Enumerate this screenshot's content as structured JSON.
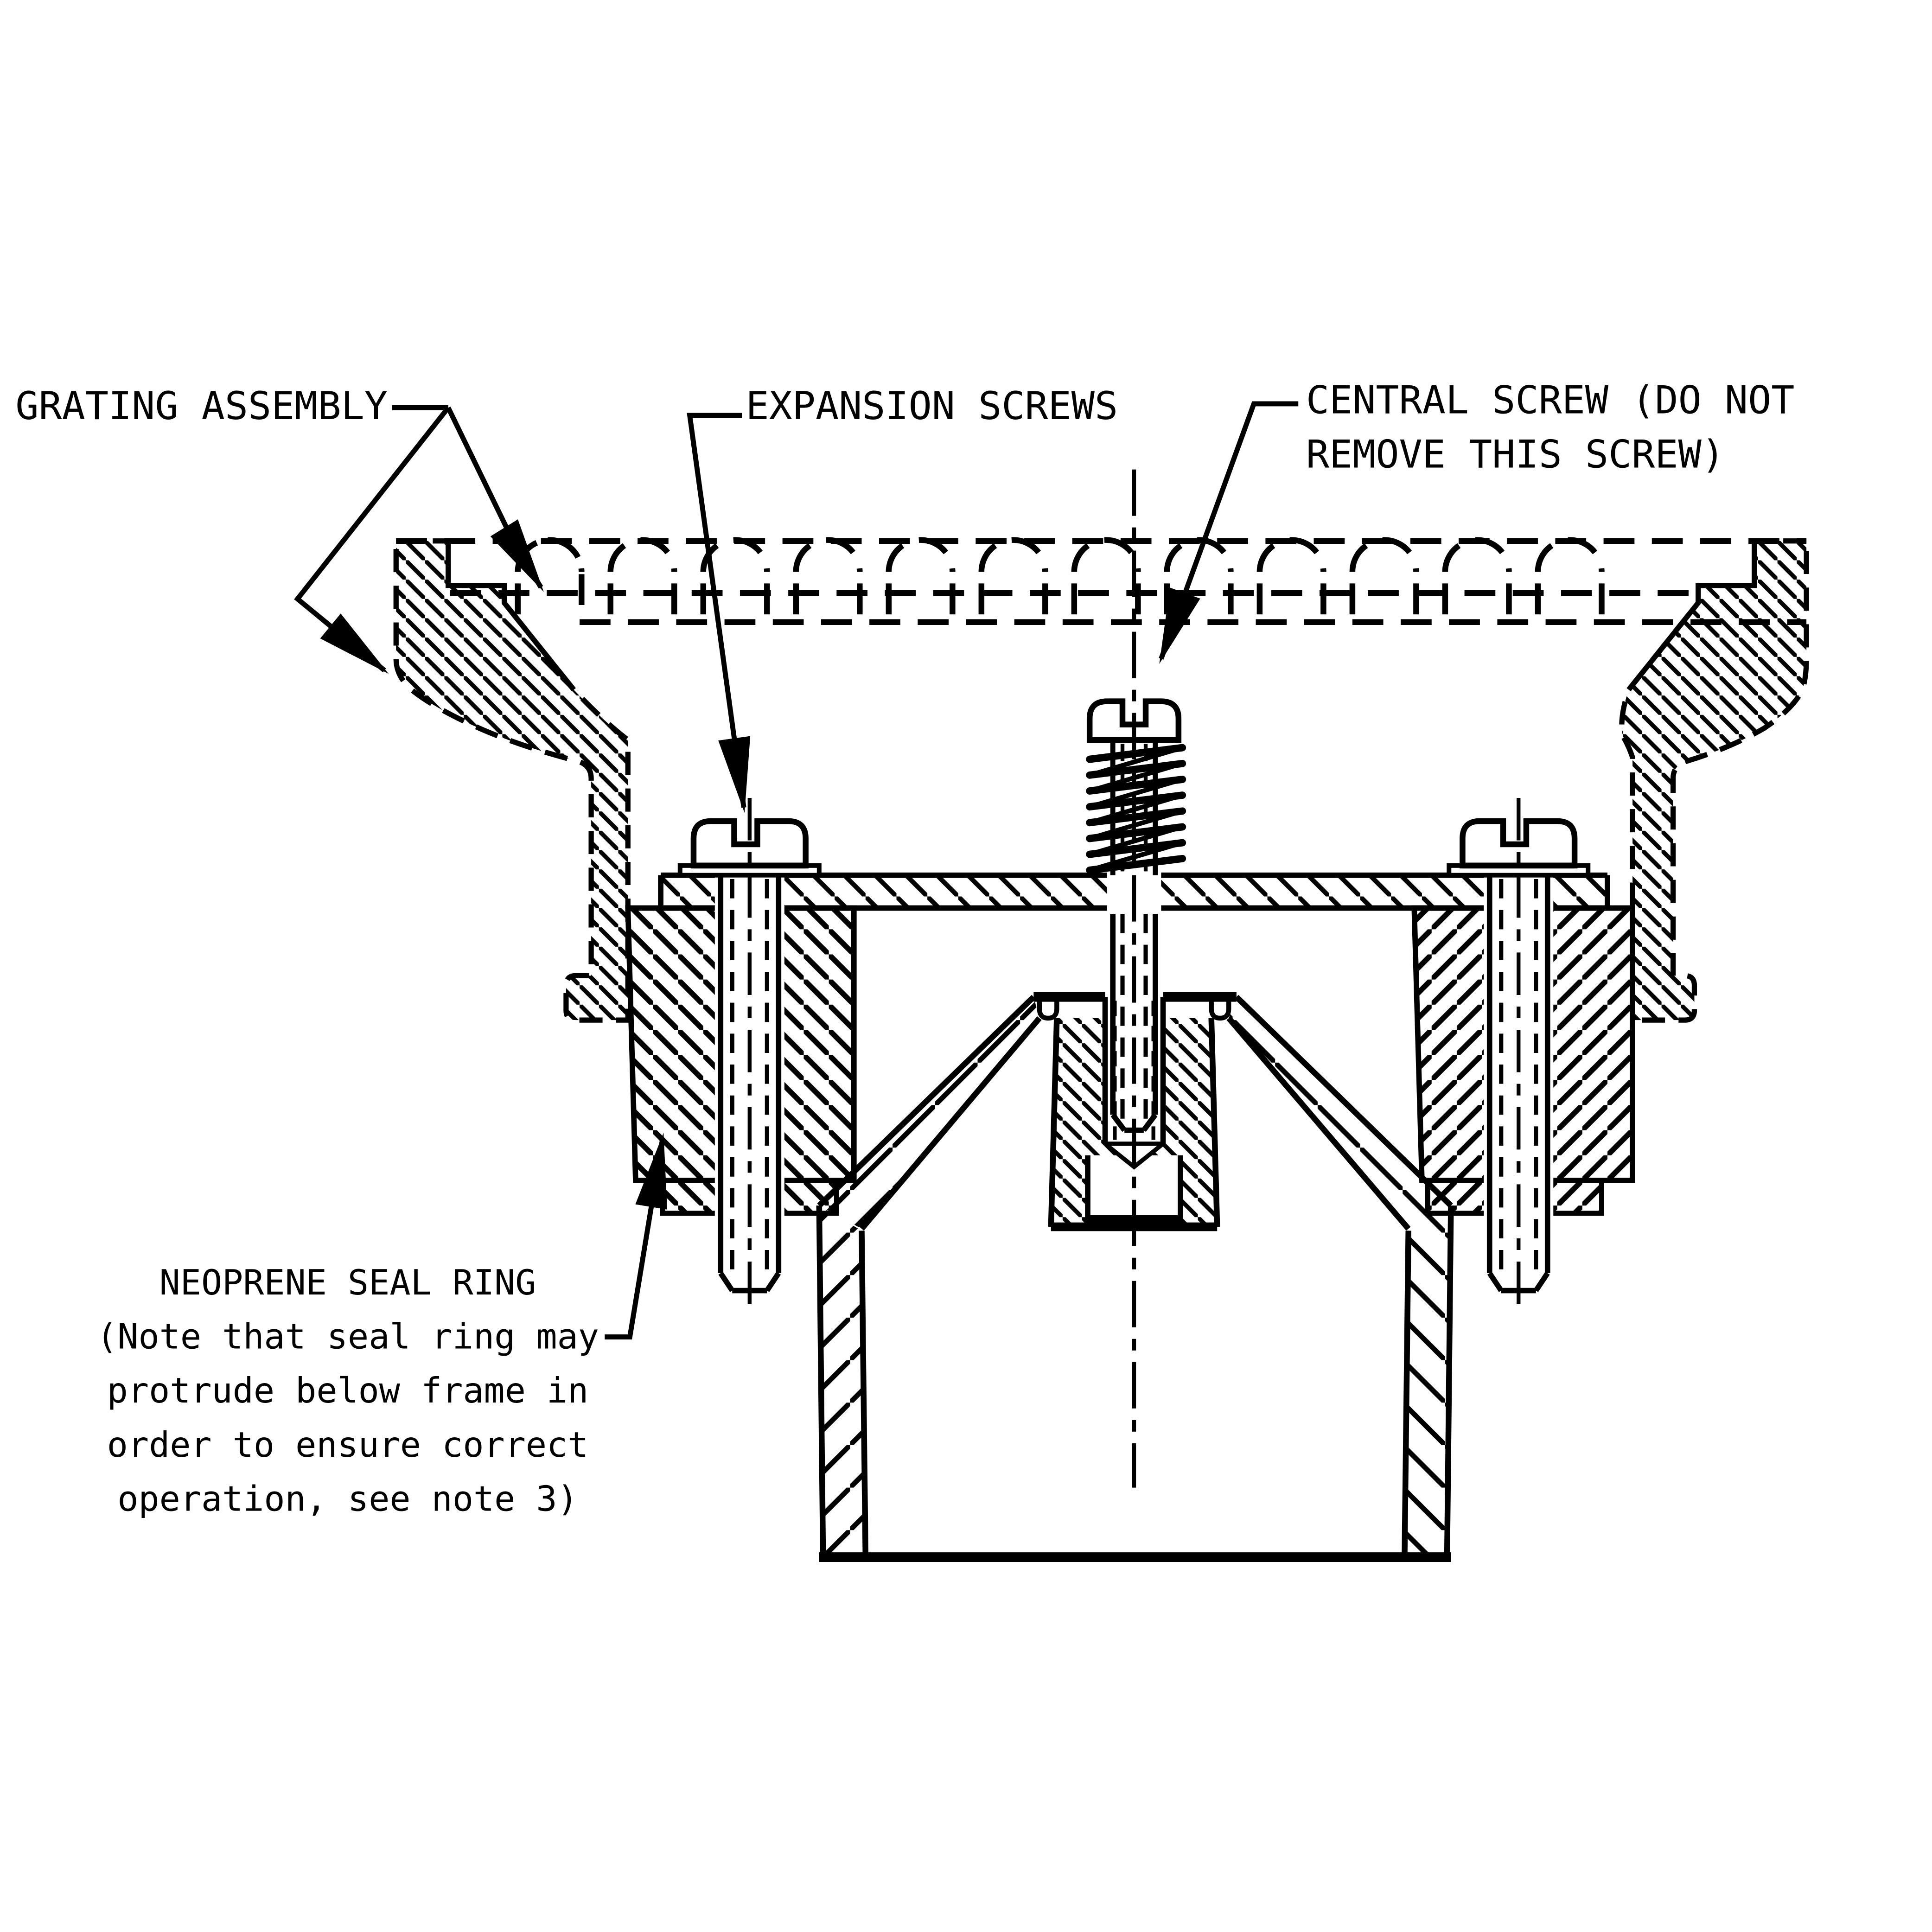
{
  "page": {
    "background": "#ffffff",
    "line_color": "#000000",
    "drawing_type": "sectional assembly drawing of floor-drain grating fixing"
  },
  "labels": {
    "grating": "GRATING ASSEMBLY",
    "expansion": "EXPANSION SCREWS",
    "central_1": "CENTRAL SCREW (DO NOT",
    "central_2": "REMOVE THIS SCREW)",
    "seal_1": "NEOPRENE SEAL RING",
    "seal_2": "(Note that seal ring may",
    "seal_3": "protrude below frame in",
    "seal_4": "order to ensure correct",
    "seal_5": "operation, see note 3)"
  }
}
